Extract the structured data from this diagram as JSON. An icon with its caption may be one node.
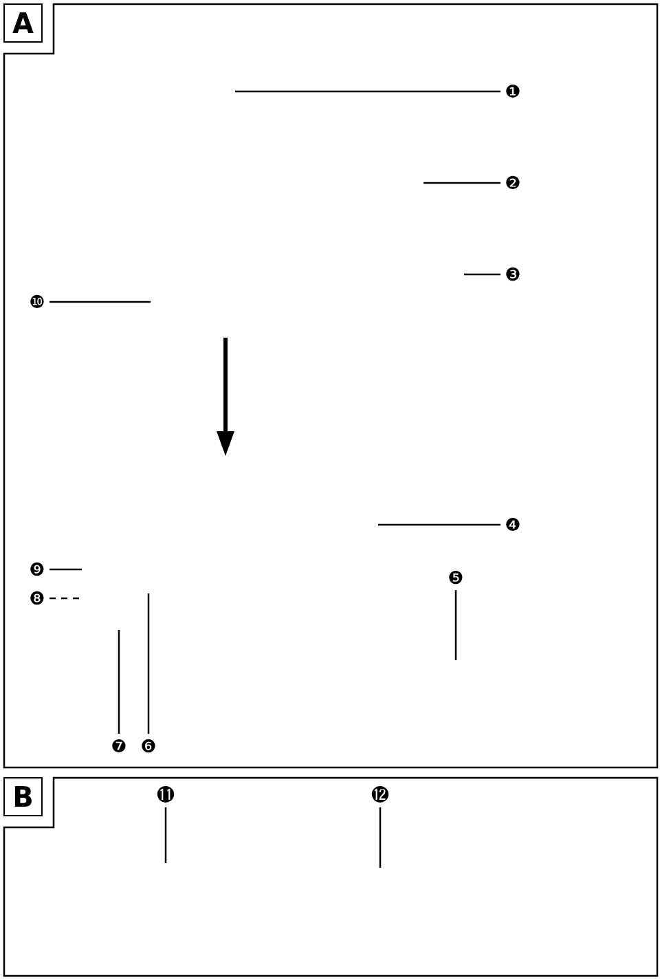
{
  "diagram": {
    "nodes": [
      {
        "text": [
          "A"
        ]
      },
      {
        "text": [
          "❶"
        ],
        "in": 0
      },
      {
        "text": [
          "❷"
        ],
        "in": 0
      },
      {
        "text": [
          "❸"
        ],
        "in": 0
      },
      {
        "text": [
          "❹"
        ],
        "in": 0
      },
      {
        "text": [
          "❺"
        ],
        "in": 0
      },
      {
        "text": [
          "❻"
        ],
        "in": 0
      },
      {
        "text": [
          "❼"
        ],
        "in": 0
      },
      {
        "text": [
          "❽"
        ],
        "in": 0
      },
      {
        "text": [
          "❾"
        ],
        "in": 0
      },
      {
        "text": [
          "❿"
        ],
        "in": 0
      },
      {
        "text": [
          "B"
        ]
      },
      {
        "text": [
          "⓫"
        ],
        "in": 11
      },
      {
        "text": [
          "⓬"
        ],
        "in": 11
      }
    ],
    "edges": [
      {
        "from": 1,
        "to": null,
        "arrow": "none"
      },
      {
        "from": 2,
        "to": null,
        "arrow": "none"
      },
      {
        "from": 3,
        "to": null,
        "arrow": "none"
      },
      {
        "from": 4,
        "to": null,
        "arrow": "none"
      },
      {
        "from": 5,
        "to": null,
        "arrow": "none"
      },
      {
        "from": 6,
        "to": null,
        "arrow": "none"
      },
      {
        "from": 7,
        "to": null,
        "arrow": "none"
      },
      {
        "from": 8,
        "to": null,
        "arrow": "none",
        "style": "dashed"
      },
      {
        "from": 9,
        "to": null,
        "arrow": "none"
      },
      {
        "from": 10,
        "to": null,
        "arrow": "none"
      },
      {
        "from": 12,
        "to": null,
        "arrow": "none"
      },
      {
        "from": 13,
        "to": null,
        "arrow": "none"
      }
    ]
  }
}
